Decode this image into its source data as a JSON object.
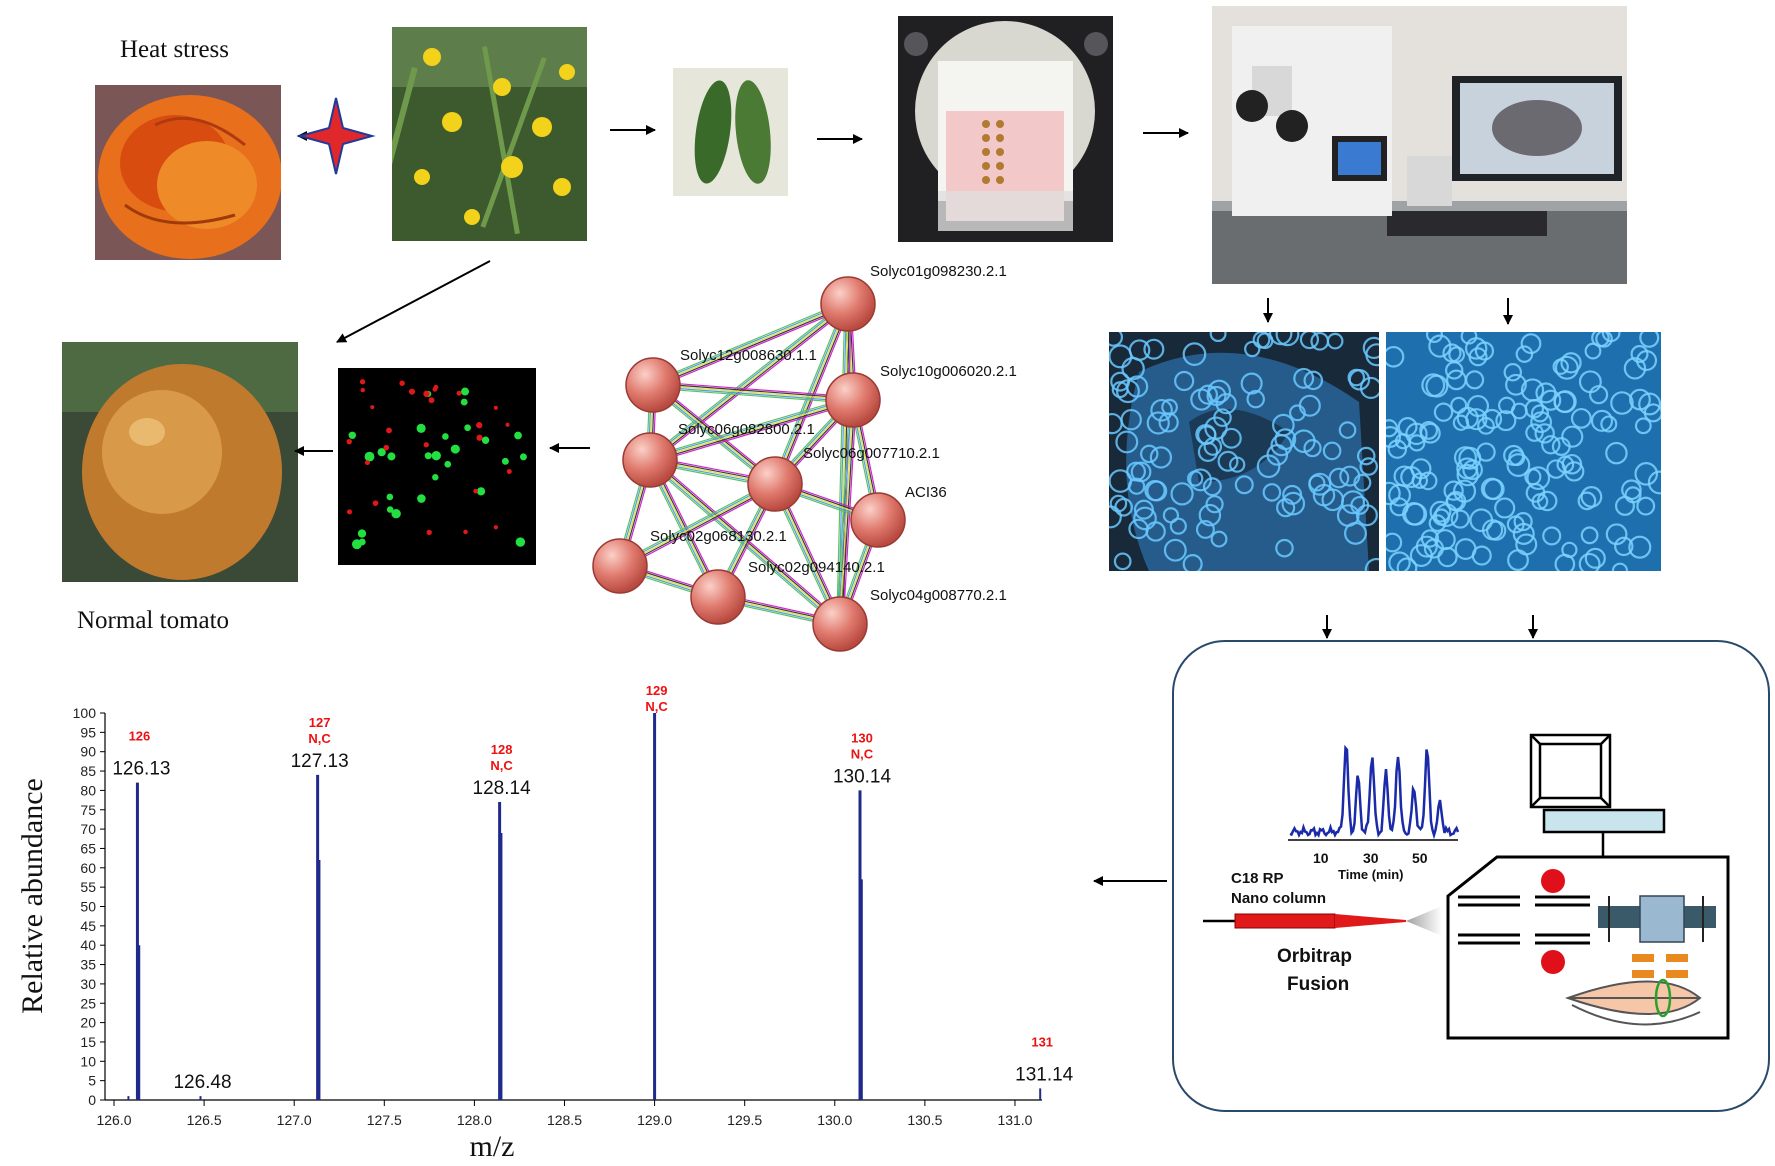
{
  "labels": {
    "heat_stress": "Heat stress",
    "normal_tomato": "Normal tomato"
  },
  "network": {
    "nodes": [
      {
        "id": "n1",
        "label": "Solyc01g098230.2.1"
      },
      {
        "id": "n2",
        "label": "Solyc12g008630.1.1"
      },
      {
        "id": "n3",
        "label": "Solyc10g006020.2.1"
      },
      {
        "id": "n4",
        "label": "Solyc06g082800.2.1"
      },
      {
        "id": "n5",
        "label": "Solyc06g007710.2.1"
      },
      {
        "id": "n6",
        "label": "ACI36"
      },
      {
        "id": "n7",
        "label": "Solyc02g068130.2.1"
      },
      {
        "id": "n8",
        "label": "Solyc02g094140.2.1"
      },
      {
        "id": "n9",
        "label": "Solyc04g008770.2.1"
      }
    ],
    "edges": [
      [
        "n1",
        "n2"
      ],
      [
        "n1",
        "n3"
      ],
      [
        "n1",
        "n4"
      ],
      [
        "n1",
        "n5"
      ],
      [
        "n1",
        "n9"
      ],
      [
        "n2",
        "n3"
      ],
      [
        "n2",
        "n4"
      ],
      [
        "n2",
        "n5"
      ],
      [
        "n3",
        "n4"
      ],
      [
        "n3",
        "n5"
      ],
      [
        "n3",
        "n6"
      ],
      [
        "n3",
        "n9"
      ],
      [
        "n4",
        "n5"
      ],
      [
        "n4",
        "n7"
      ],
      [
        "n4",
        "n8"
      ],
      [
        "n4",
        "n9"
      ],
      [
        "n5",
        "n6"
      ],
      [
        "n5",
        "n7"
      ],
      [
        "n5",
        "n8"
      ],
      [
        "n5",
        "n9"
      ],
      [
        "n6",
        "n9"
      ],
      [
        "n7",
        "n8"
      ],
      [
        "n8",
        "n9"
      ]
    ],
    "edge_colors": [
      "#d024d0",
      "#3a3a3a",
      "#e0e040",
      "#4aa0e0",
      "#60c060"
    ]
  },
  "ms_inset": {
    "column_label_1": "C18 RP",
    "column_label_2": "Nano column",
    "instrument_1": "Orbitrap",
    "instrument_2": "Fusion",
    "chromatogram_ticks": [
      "10",
      "30",
      "50"
    ],
    "chromatogram_xlabel": "Time (min)"
  },
  "chart_data": {
    "type": "bar",
    "xlabel": "m/z",
    "ylabel": "Relative abundance",
    "xlim": [
      125.95,
      131.15
    ],
    "ylim": [
      0,
      100
    ],
    "x_ticks": [
      "126.0",
      "126.5",
      "127.0",
      "127.5",
      "128.0",
      "128.5",
      "129.0",
      "129.5",
      "130.0",
      "130.5",
      "131.0"
    ],
    "y_ticks": [
      "0",
      "5",
      "10",
      "15",
      "20",
      "25",
      "30",
      "35",
      "40",
      "45",
      "50",
      "55",
      "60",
      "65",
      "70",
      "75",
      "80",
      "85",
      "90",
      "95",
      "100"
    ],
    "bar_color": "#1f2a8a",
    "peaks": [
      {
        "mz": 126.13,
        "value": 82,
        "label": "126.13",
        "tag": "126",
        "tag2": ""
      },
      {
        "mz": 126.48,
        "value": 1,
        "label": "126.48",
        "tag": "",
        "tag2": ""
      },
      {
        "mz": 127.13,
        "value": 84,
        "label": "127.13",
        "tag": "127",
        "tag2": "N,C"
      },
      {
        "mz": 128.14,
        "value": 77,
        "label": "128.14",
        "tag": "128",
        "tag2": "N,C"
      },
      {
        "mz": 129.0,
        "value": 100,
        "label": "",
        "tag": "129",
        "tag2": "N,C"
      },
      {
        "mz": 130.14,
        "value": 80,
        "label": "130.14",
        "tag": "130",
        "tag2": "N,C"
      },
      {
        "mz": 131.14,
        "value": 3,
        "label": "131.14",
        "tag": "131",
        "tag2": ""
      }
    ],
    "minor_lines": [
      {
        "mz": 126.14,
        "value": 40
      },
      {
        "mz": 127.14,
        "value": 62
      },
      {
        "mz": 128.15,
        "value": 69
      },
      {
        "mz": 130.15,
        "value": 57
      },
      {
        "mz": 126.08,
        "value": 1
      }
    ]
  }
}
